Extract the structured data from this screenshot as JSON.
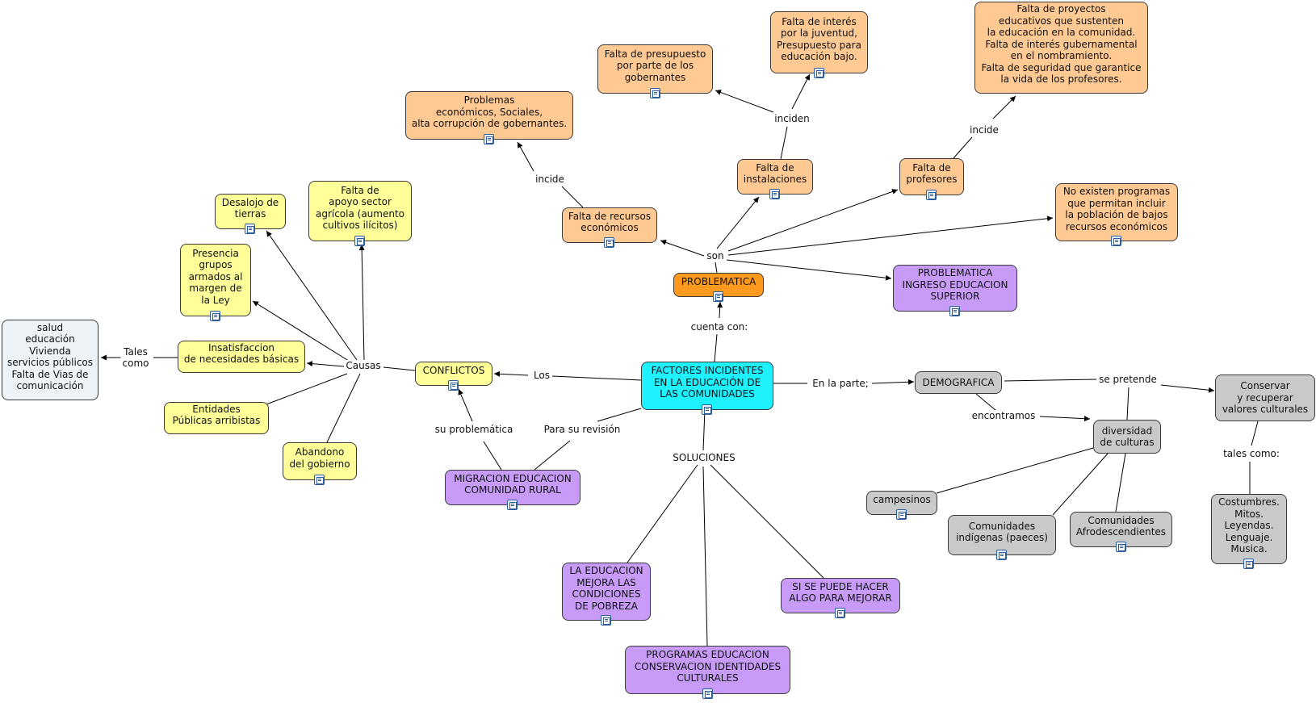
{
  "nodes": {
    "factores": "FACTORES INCIDENTES\nEN LA EDUCACIÓN DE\nLAS COMUNIDADES",
    "problematica": "PROBLEMATICA",
    "recursos": "Falta de recursos\neconómicos",
    "instalaciones": "Falta de\ninstalaciones",
    "profesores": "Falta de\nprofesores",
    "no_programas": "No existen programas\nque permitan incluir\nla población de bajos\nrecursos económicos",
    "ingreso": "PROBLEMATICA\nINGRESO EDUCACION\nSUPERIOR",
    "problemas": "Problemas\neconómicos, Sociales,\nalta corrupción de gobernantes.",
    "presupuesto": "Falta de presupuesto\npor parte de los\ngobernantes",
    "interes": "Falta de interés\npor la juventud,\nPresupuesto para\neducación bajo.",
    "proyectos": "Falta de proyectos\neducativos que sustenten\nla educación en la comunidad.\nFalta de interés gubernamental\nen el nombramiento.\nFalta de seguridad que garantice\nla vida de los profesores.",
    "conflictos": "CONFLICTOS",
    "desalojo": "Desalojo de\ntierras",
    "apoyo": "Falta de\napoyo sector\nagrícola (aumento\ncultivos ilícitos)",
    "armados": "Presencia\ngrupos\narmados al\nmargen de\nla Ley",
    "insatisfaccion": "Insatisfaccion\nde necesidades básicas",
    "salud": "salud\neducación\nVivienda\nservicios públicos\nFalta de Vias de\ncomunicación",
    "entidades": "Entidades\nPúblicas arribistas",
    "abandono": "Abandono\ndel gobierno",
    "migracion": "MIGRACION EDUCACION\nCOMUNIDAD RURAL",
    "mejora": "LA EDUCACION\nMEJORA LAS\nCONDICIONES\nDE POBREZA",
    "se_puede": "SI SE PUEDE HACER\nALGO PARA MEJORAR",
    "programas": "PROGRAMAS EDUCACION\nCONSERVACION IDENTIDADES\nCULTURALES",
    "demografica": "DEMOGRAFICA",
    "diversidad": "diversidad\nde culturas",
    "conservar": "Conservar\ny recuperar\nvalores culturales",
    "costumbres": "Costumbres.\nMitos.\nLeyendas.\nLenguaje.\nMusica.",
    "campesinos": "campesinos",
    "indigenas": "Comunidades\nindígenas (paeces)",
    "afro": "Comunidades\nAfrodescendientes"
  },
  "link_labels": {
    "cuenta_con": "cuenta con:",
    "son": "son",
    "incide_1": "incide",
    "inciden": "inciden",
    "incide_2": "incide",
    "los": "Los",
    "causas": "Causas",
    "tales_como_1": "Tales\ncomo",
    "su_problematica": "su problemática",
    "para_su_revision": "Para su revisión",
    "soluciones": "SOLUCIONES",
    "en_la_parte": "En la parte;",
    "se_pretende": "se pretende",
    "encontramos": "encontramos",
    "tales_como_2": "tales como:"
  },
  "colors": {
    "peach": "#ffc993",
    "orange": "#ff9a1f",
    "cyan": "#1ff2ff",
    "violet": "#c79bf7",
    "yellow": "#ffff9a",
    "gray": "#c9c9c9",
    "pale": "#eef3f7"
  }
}
